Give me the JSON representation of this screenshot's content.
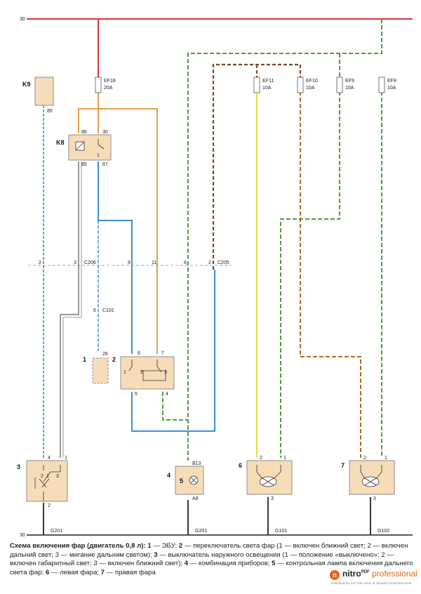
{
  "rails": {
    "top": "30",
    "bottom": "30"
  },
  "fuses": [
    {
      "name": "EF18",
      "rating": "20A"
    },
    {
      "name": "EF11",
      "rating": "10A"
    },
    {
      "name": "EF10",
      "rating": "10A"
    },
    {
      "name": "EF9",
      "rating": "10A"
    },
    {
      "name": "EF8",
      "rating": "10A"
    }
  ],
  "components": {
    "k9": "K9",
    "k8": "K8",
    "c1": "1",
    "c2": "2",
    "c3": "3",
    "c4": "4",
    "c5": "5",
    "c6": "6",
    "c7": "7"
  },
  "pins": {
    "k9_85": "85",
    "k8_86": "86",
    "k8_30": "30",
    "k8_85": "85",
    "k8_87": "87",
    "c1_26": "26",
    "c2_6": "6",
    "c2_7": "7",
    "c2_5": "5",
    "c2_4": "4",
    "c3_4": "4",
    "c3_1": "1",
    "c3_2": "2",
    "c4_b13": "B13",
    "c4_a8": "A8",
    "c6_2": "2",
    "c6_1": "1",
    "c6_3": "3",
    "c7_2": "2",
    "c7_1": "1",
    "c7_3": "3"
  },
  "switch_positions": {
    "s2_1": "1",
    "s2_2": "2",
    "s2_3": "3",
    "s3_1": "1",
    "s3_2": "2",
    "s3_3": "3"
  },
  "connectors": {
    "c206": "C206",
    "c205": "C205",
    "c101": "C101",
    "c206_pins": [
      "2",
      "3"
    ],
    "c205_pins": [
      "9",
      "11",
      "8",
      "2"
    ],
    "c101_pin": "6"
  },
  "grounds": [
    "G201",
    "G201",
    "G101",
    "G102"
  ],
  "caption": {
    "title": "Схема включения фар (двигатель 0,8 л):",
    "items": [
      {
        "num": "1",
        "text": " — ЭБУ; "
      },
      {
        "num": "2",
        "text": " — переключатель света фар (1 — включен ближний свет; 2 — включен дальний свет; 3 — мигание дальним светом); "
      },
      {
        "num": "3",
        "text": " — выключатель наружного освещения (1 — положение «выключено»; 2 — включен габаритный свет; 3 — включен ближний свет); "
      },
      {
        "num": "4",
        "text": " — комбинация приборов; "
      },
      {
        "num": "5",
        "text": " — контрольная лампа включения дальнего света фар; "
      },
      {
        "num": "6",
        "text": " — левая фара; "
      },
      {
        "num": "7",
        "text": " — правая фара"
      }
    ]
  },
  "footer": {
    "brand": "nitro",
    "brand_sup": "PDF",
    "brand_suffix": "professional",
    "logo_letter": "n",
    "fine": "download the free trial online at nitropdf.com/professional"
  },
  "colors": {
    "red": "#e03434",
    "orange": "#e6a04a",
    "blue": "#3d8fd8",
    "green": "#4e9e3c",
    "green_dash": "#e8e0a0",
    "yellow": "#e8d84a",
    "brown": "#7a4a2a",
    "grey": "#9a9a9a",
    "black": "#222222",
    "component": "#f6dcb8"
  }
}
